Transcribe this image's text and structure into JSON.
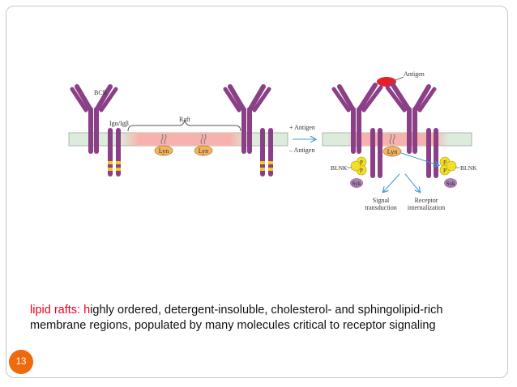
{
  "diagram": {
    "labels": {
      "bcr": "BCR",
      "ig": "Igα/Igβ",
      "raft": "Raft",
      "lyn": "Lyn",
      "antigen": "Antigen",
      "plus_antigen": "+ Antigen",
      "minus_antigen": "– Antigen",
      "blnk": "BLNK",
      "p": "P",
      "syk": "Syk",
      "signal_1": "Signal",
      "signal_2": "transduction",
      "receptor_1": "Receptor",
      "receptor_2": "internalization"
    },
    "colors": {
      "receptor": "#8b3f86",
      "receptor_band": "#f2c820",
      "membrane": "#dcebdc",
      "raft": "#f6b3ad",
      "lyn": "#f2b460",
      "antigen": "#e5202a",
      "syk": "#a97fb5",
      "phospho": "#f4de2a",
      "arrow": "#3d9ad6"
    }
  },
  "caption": {
    "highlight": "lipid rafts: h",
    "text": "ighly ordered, detergent-insoluble, cholesterol- and sphingolipid-rich membrane regions, populated by many molecules critical to receptor signaling"
  },
  "page_number": "13"
}
